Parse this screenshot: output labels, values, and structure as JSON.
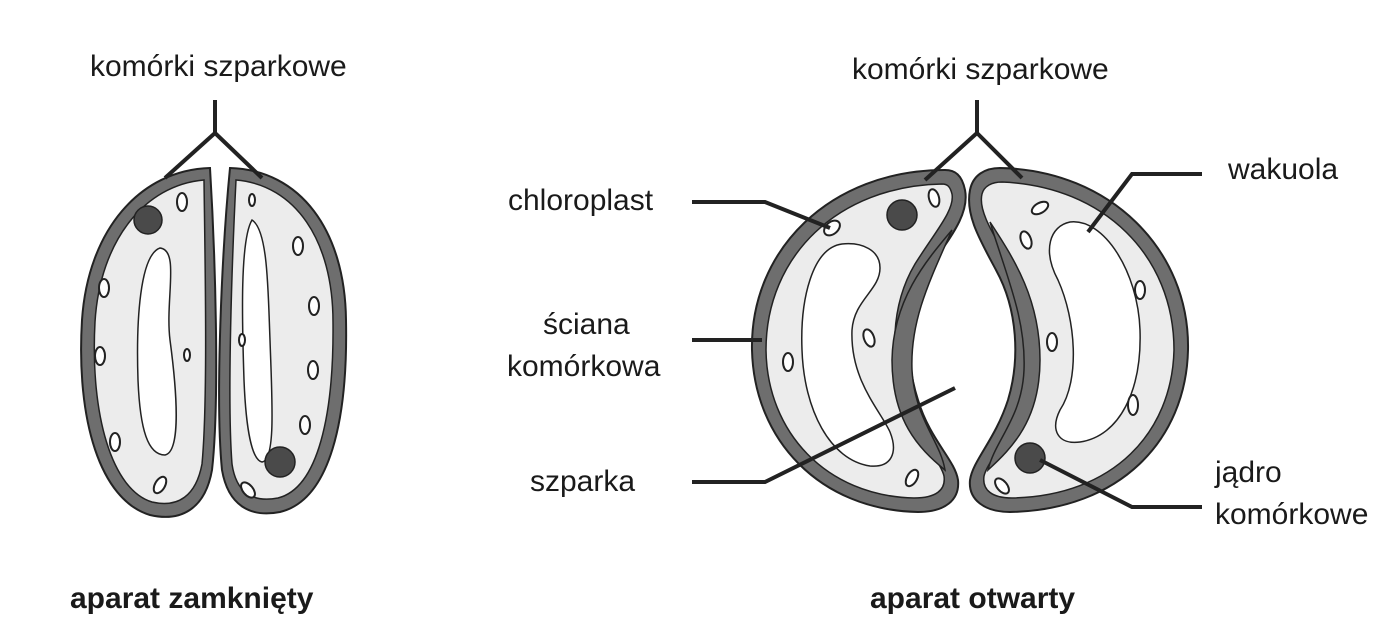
{
  "labels": {
    "guard_cells_left": "komórki szparkowe",
    "guard_cells_right": "komórki szparkowe",
    "chloroplast": "chloroplast",
    "cell_wall_line1": "ściana",
    "cell_wall_line2": "komórkowa",
    "stoma_pore": "szparka",
    "vacuole": "wakuola",
    "nucleus_line1": "jądro",
    "nucleus_line2": "komórkowe"
  },
  "captions": {
    "closed": "aparat zamknięty",
    "open": "aparat otwarty"
  },
  "colors": {
    "cell_wall": "#6e6e6e",
    "cytoplasm": "#ececec",
    "vacuole": "#ffffff",
    "outline": "#222222",
    "nucleus": "#4a4a4a"
  }
}
